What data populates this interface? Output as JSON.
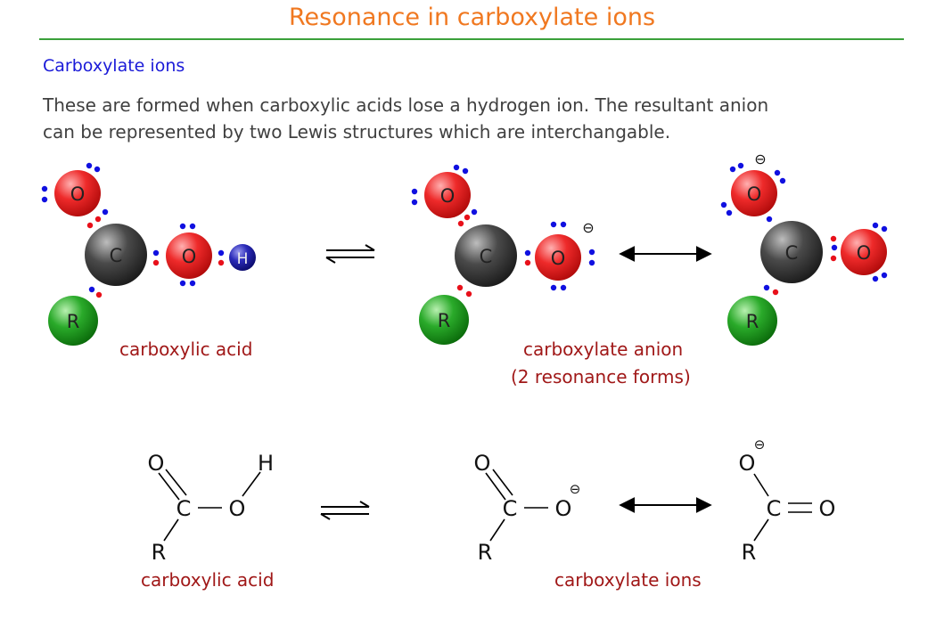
{
  "page": {
    "title": "Resonance in carboxylate ions",
    "section_heading": "Carboxylate ions",
    "intro_lines": [
      "These are formed when carboxylic acids lose a hydrogen ion. The resultant anion",
      "can be represented by two Lewis structures which are interchangable."
    ]
  },
  "atoms": {
    "oxygen": "O",
    "carbon": "C",
    "hydrogen": "H",
    "r_group": "R",
    "negative_charge": "⊖"
  },
  "captions": {
    "models_acid": "carboxylic acid",
    "models_anion_line1": "carboxylate anion",
    "models_anion_line2": "(2 resonance forms)",
    "skeletal_acid": "carboxylic acid",
    "skeletal_ions": "carboxylate ions"
  },
  "colors": {
    "title": "#f07820",
    "rule": "#3aa03a",
    "heading": "#1a1ad8",
    "caption": "#a01818",
    "oxygen": "#e8202a",
    "carbon": "#4a4a4a",
    "hydrogen": "#2a2ab8",
    "r_group": "#1a9a1a",
    "lone_pair": "#1010e0",
    "bond_electron": "#e8101a"
  }
}
